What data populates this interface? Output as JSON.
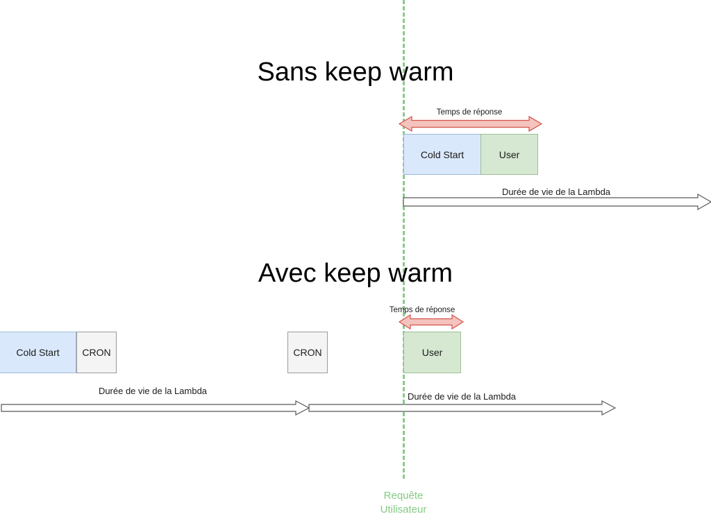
{
  "diagram": {
    "background_color": "#ffffff",
    "marker": {
      "name": "user-request-marker",
      "color": "#84ca84",
      "label_line1": "Requête",
      "label_line2": "Utilisateur"
    },
    "colors": {
      "cold_start_fill": "#dae8fb",
      "cold_start_stroke": "#9dbad8",
      "user_fill": "#d6e8d2",
      "user_stroke": "#9dbf94",
      "cron_fill": "#f4f4f4",
      "cron_stroke": "#9a9a9a",
      "response_arrow_fill": "#f4c3bd",
      "response_arrow_stroke": "#d4524a",
      "lifetime_arrow_fill": "#ffffff",
      "lifetime_arrow_stroke": "#58585a",
      "marker_green": "#8bc98b",
      "marker_label_green": "#84ca84"
    },
    "sections": [
      {
        "id": "sans-keep-warm",
        "title": "Sans keep warm",
        "response_time_label": "Temps de réponse",
        "lifetime_label": "Durée de vie de la Lambda",
        "blocks": [
          {
            "name": "cold-start-block",
            "label": "Cold Start",
            "type": "cold"
          },
          {
            "name": "user-block",
            "label": "User",
            "type": "user"
          }
        ]
      },
      {
        "id": "avec-keep-warm",
        "title": "Avec keep warm",
        "response_time_label": "Temps de réponse",
        "lifetime_label_1": "Durée de vie de la Lambda",
        "lifetime_label_2": "Durée de vie de la Lambda",
        "blocks": [
          {
            "name": "cold-start-block",
            "label": "Cold Start",
            "type": "cold"
          },
          {
            "name": "cron-block-1",
            "label": "CRON",
            "type": "cron"
          },
          {
            "name": "cron-block-2",
            "label": "CRON",
            "type": "cron"
          },
          {
            "name": "user-block",
            "label": "User",
            "type": "user"
          }
        ]
      }
    ]
  }
}
